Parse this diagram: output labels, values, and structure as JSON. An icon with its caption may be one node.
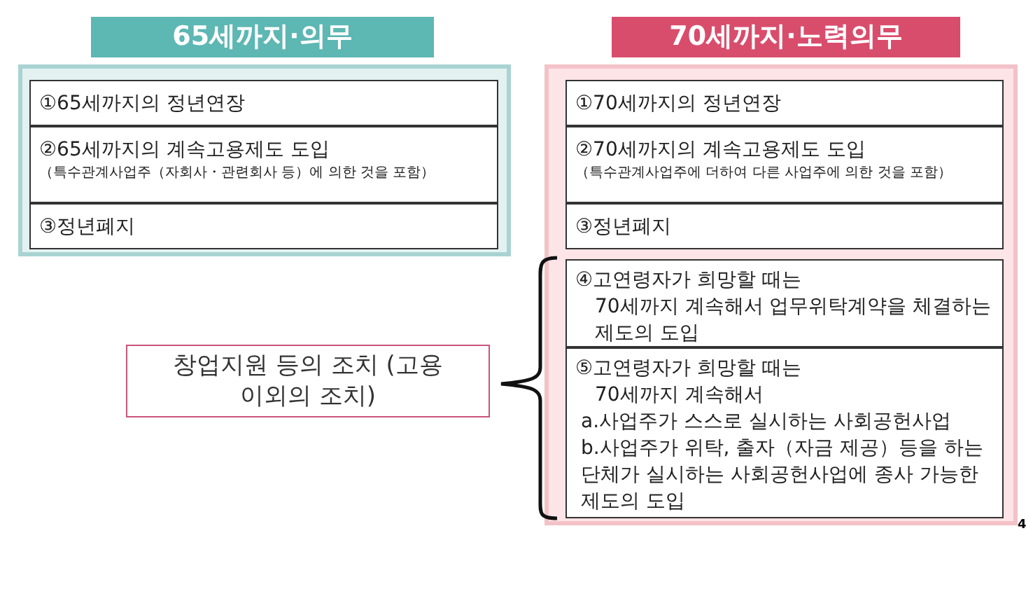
{
  "diagram": {
    "nodes": [
      {
        "text": [
          "65세까지·의무"
        ]
      },
      {
        "text": [
          "①65세까지의 정년연장"
        ],
        "in": 0
      },
      {
        "text": [
          "②65세까지의 계속고용제도 도입",
          "（특수관계사업주（자회사・관련회사 등）에 의한 것을 포함）"
        ],
        "in": 0
      },
      {
        "text": [
          "③정년폐지"
        ],
        "in": 0
      },
      {
        "text": [
          "70세까지·노력의무"
        ]
      },
      {
        "text": [
          "①70세까지의 정년연장"
        ],
        "in": 4
      },
      {
        "text": [
          "②70세까지의 계속고용제도 도입",
          "（특수관계사업주에 더하여 다른 사업주에 의한 것을 포함）"
        ],
        "in": 4
      },
      {
        "text": [
          "③정년폐지"
        ],
        "in": 4
      },
      {
        "text": [
          "④고연령자가 희망할 때는",
          "70세까지 계속해서 업무위탁계약을 체결하는 제도의 도입"
        ],
        "in": 4
      },
      {
        "text": [
          "⑤고연령자가 희망할 때는",
          "70세까지 계속해서",
          "a.사업주가 스스로 실시하는 사회공헌사업",
          "b.사업주가 위탁, 출자（자금 제공）등을 하는 단체가 실시하는 사회공헌사업에 종사 가능한 제도의 도입"
        ],
        "in": 4
      },
      {
        "text": [
          "창업지원 등의 조치 (고용 이외의 조치)"
        ]
      }
    ],
    "edges": [],
    "labels": [
      "4"
    ]
  }
}
